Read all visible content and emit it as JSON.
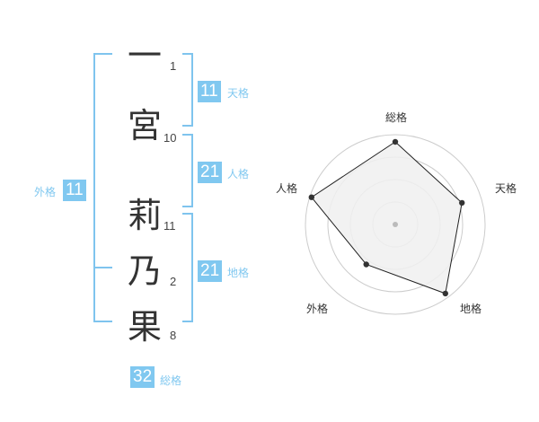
{
  "name": {
    "characters": [
      {
        "char": "一",
        "strokes": "1"
      },
      {
        "char": "宮",
        "strokes": "10"
      },
      {
        "char": "莉",
        "strokes": "11"
      },
      {
        "char": "乃",
        "strokes": "2"
      },
      {
        "char": "果",
        "strokes": "8"
      }
    ]
  },
  "kaku": {
    "tenkaku": {
      "value": "11",
      "label": "天格"
    },
    "jinkaku": {
      "value": "21",
      "label": "人格"
    },
    "chikaku": {
      "value": "21",
      "label": "地格"
    },
    "gaikaku": {
      "value": "11",
      "label": "外格"
    },
    "soukaku": {
      "value": "32",
      "label": "総格"
    }
  },
  "chart_data": {
    "type": "radar",
    "axes": [
      "総格",
      "天格",
      "地格",
      "外格",
      "人格"
    ],
    "values": [
      0.92,
      0.78,
      0.95,
      0.55,
      0.98
    ],
    "range": [
      0,
      1
    ],
    "rings": 4,
    "colors": {
      "fill": "#f0f0f0",
      "line": "#222222",
      "ring": "#cccccc",
      "point": "#333333",
      "center": "#bbbbbb"
    }
  },
  "colors": {
    "accent": "#80c8f0",
    "bracket": "#7fc4ee",
    "text": "#333333"
  }
}
